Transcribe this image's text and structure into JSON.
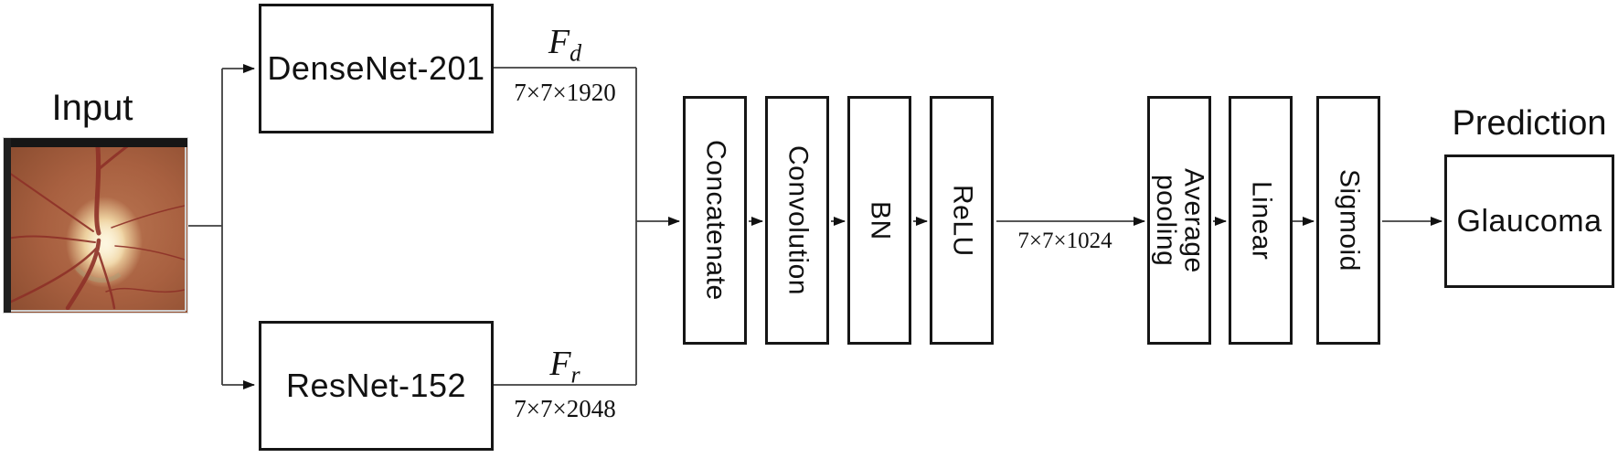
{
  "diagram": {
    "input_label": "Input",
    "branches": [
      {
        "name": "DenseNet-201",
        "feature": {
          "symbol": "F",
          "subscript": "d"
        },
        "shape": "7×7×1920"
      },
      {
        "name": "ResNet-152",
        "feature": {
          "symbol": "F",
          "subscript": "r"
        },
        "shape": "7×7×2048"
      }
    ],
    "fusion_stages": [
      {
        "label": "Concatenate"
      },
      {
        "label": "Convolution"
      },
      {
        "label": "BN"
      },
      {
        "label": "ReLU"
      }
    ],
    "fused_shape": "7×7×1024",
    "head_stages": [
      {
        "label": "Average\npooling"
      },
      {
        "label": "Linear"
      },
      {
        "label": "Sigmoid"
      }
    ],
    "prediction": {
      "label": "Prediction",
      "class": "Glaucoma"
    },
    "colors": {
      "line": "#3f3f3f",
      "box_border": "#161616",
      "text": "#111111",
      "retina_base": "#a86040",
      "optic_disc": "#fcf2d4",
      "vessel": "#8e3128"
    }
  }
}
